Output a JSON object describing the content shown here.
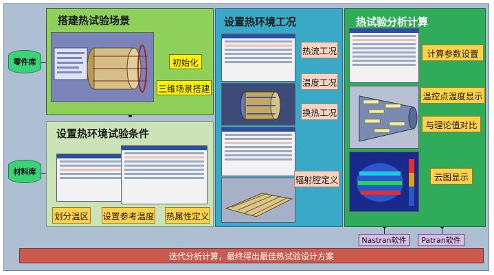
{
  "databases": {
    "parts": "零件库",
    "materials": "材料库"
  },
  "panel_scene": {
    "title": "搭建热试验场景",
    "buttons": {
      "init": "初始化",
      "build_3d": "三维场景搭建"
    }
  },
  "panel_conditions": {
    "title": "设置热环境试验条件",
    "buttons": {
      "temp_zones": "划分温区",
      "ref_temp": "设置参考温度",
      "thermal_props": "热属性定义"
    }
  },
  "panel_env": {
    "title": "设置热环境工况",
    "buttons": {
      "heat_flux": "热流工况",
      "temperature": "温度工况",
      "heat_exchange": "换热工况",
      "radiation_cavity": "辐射腔定义"
    }
  },
  "panel_analysis": {
    "title": "热试验分析计算",
    "buttons": {
      "calc_params": "计算参数设置",
      "ctrl_temp_display": "温控点温度显示",
      "compare_theory": "与理论值对比",
      "contour_display": "云图显示"
    }
  },
  "software": {
    "nastran": "Nastran软件",
    "patran": "Patran软件"
  },
  "footer": "迭代分析计算，最终得出最佳热试验设计方案"
}
